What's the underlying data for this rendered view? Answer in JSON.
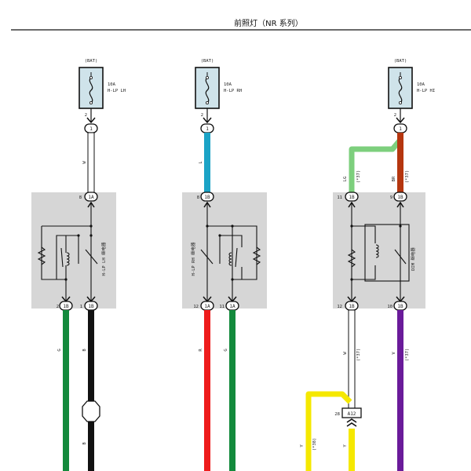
{
  "title": "前照灯（NR 系列）",
  "fuses": [
    {
      "source": "(BAT)",
      "rating": "10A",
      "name": "H-LP LH",
      "pin_top": "2",
      "connector": "1"
    },
    {
      "source": "(BAT)",
      "rating": "10A",
      "name": "H-LP RH",
      "pin_top": "2",
      "connector": "1"
    },
    {
      "source": "(BAT)",
      "rating": "10A",
      "name": "H-LP HI",
      "pin_top": "2",
      "connector": "1"
    }
  ],
  "wires_top": [
    {
      "label": "W",
      "color": "#ffffff"
    },
    {
      "label": "L",
      "color": "#1ba3c6"
    },
    {
      "label": "LG",
      "note": "(*37)",
      "color": "#7dcf7d"
    },
    {
      "label": "BR",
      "note": "(*37)",
      "color": "#b5360f"
    }
  ],
  "relays": [
    {
      "name": "H-LP LH 继电器",
      "pins_top": [
        {
          "num": "8",
          "conn": "1A"
        }
      ],
      "pins_bottom": [
        {
          "num": "2",
          "conn": "1B"
        },
        {
          "num": "1",
          "conn": "1B"
        }
      ]
    },
    {
      "name": "H-LP RH 继电器",
      "pins_top": [
        {
          "num": "8",
          "conn": "1B"
        }
      ],
      "pins_bottom": [
        {
          "num": "12",
          "conn": "1A"
        },
        {
          "num": "11",
          "conn": "1A"
        }
      ]
    },
    {
      "name": "DIM 继电器",
      "pins_top": [
        {
          "num": "11",
          "conn": "1B"
        },
        {
          "num": "9",
          "conn": "1B"
        }
      ],
      "pins_bottom": [
        {
          "num": "12",
          "conn": "1B"
        },
        {
          "num": "10",
          "conn": "1B"
        }
      ]
    }
  ],
  "wires_bottom": [
    {
      "label": "G",
      "color": "#138a3c"
    },
    {
      "label": "B",
      "color": "#111111"
    },
    {
      "label": "B",
      "color": "#111111"
    },
    {
      "label": "R",
      "color": "#ee1c1c"
    },
    {
      "label": "G",
      "color": "#138a3c"
    },
    {
      "label": "W",
      "note": "(*37)",
      "color": "#ffffff"
    },
    {
      "label": "V",
      "note": "(*37)",
      "color": "#6a1b9a"
    },
    {
      "label": "Y",
      "note": "(*38)",
      "color": "#f5e800"
    },
    {
      "label": "Y",
      "color": "#f5e800"
    }
  ],
  "junction": {
    "pin": "28",
    "conn": "A12"
  }
}
